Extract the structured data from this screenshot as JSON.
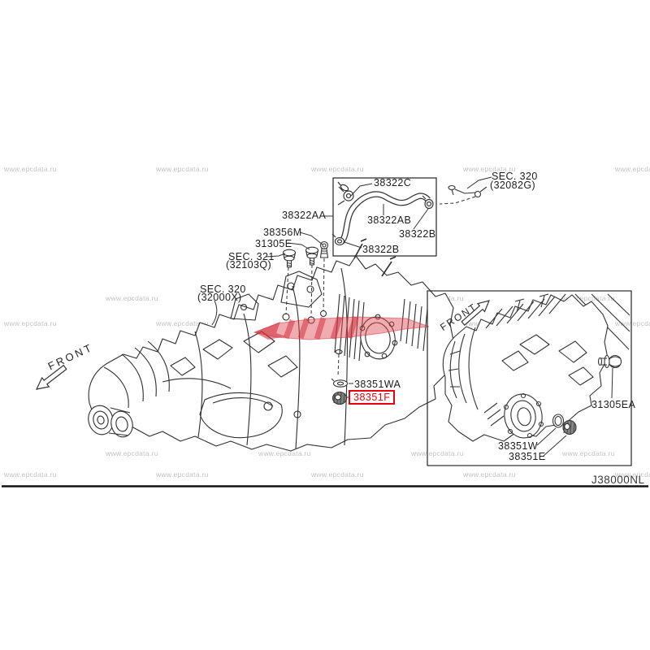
{
  "watermark": {
    "text": "www.epcdata.ru"
  },
  "highlight": {
    "part": "38351F",
    "color": "#e8000d"
  },
  "labels": {
    "hose_clip_38322C": "38322C",
    "sec320_ref_line1": "SEC. 320",
    "sec320_ref_line2": "(32082G)",
    "hose_assy_38322AA": "38322AA",
    "hose_38322AB": "38322AB",
    "clamp_38322B_right": "38322B",
    "clamp_38322B_bottom": "38322B",
    "sensor_38356M": "38356M",
    "bolt_31305E": "31305E",
    "sec321_line1": "SEC. 321",
    "sec321_line2": "(32103Q)",
    "sec320_main_line1": "SEC. 320",
    "sec320_main_line2": "(32000X)",
    "front_main": "FRONT",
    "washer_38351WA": "38351WA",
    "plug_38351F": "38351F",
    "front_inset": "FRONT",
    "bolt_31305EA": "31305EA",
    "gasket_38351W": "38351W",
    "plug_38351E": "38351E",
    "drawing_code": "J38000NL"
  }
}
